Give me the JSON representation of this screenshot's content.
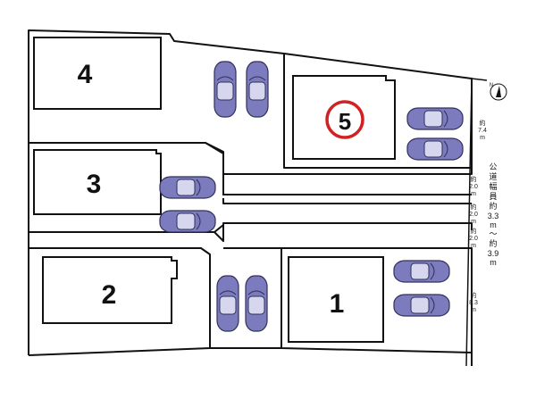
{
  "lots": [
    {
      "id": "lot-1",
      "number": "1"
    },
    {
      "id": "lot-2",
      "number": "2"
    },
    {
      "id": "lot-3",
      "number": "3"
    },
    {
      "id": "lot-4",
      "number": "4"
    },
    {
      "id": "lot-5",
      "number": "5",
      "highlighted": true,
      "highlight_color": "#d32020"
    }
  ],
  "dimensions": {
    "north_edge": [
      "約",
      "7.4",
      "m"
    ],
    "alley_a": [
      "約",
      "2.0",
      "m"
    ],
    "alley_b": [
      "約",
      "2.0",
      "m"
    ],
    "alley_c": [
      "約",
      "2.0",
      "m"
    ],
    "south_edge": [
      "約",
      "8.3",
      "m"
    ]
  },
  "road": {
    "label_chars": [
      "公",
      "道",
      "幅",
      "員",
      "約",
      "3.3",
      "m",
      "～",
      "約",
      "3.9",
      "m"
    ]
  },
  "compass": {
    "icon": "north-arrow-icon",
    "label": "N"
  },
  "colors": {
    "car_fill": "#7b7bbd",
    "car_stroke": "#30305a",
    "line": "#111111",
    "highlight": "#d32020"
  }
}
